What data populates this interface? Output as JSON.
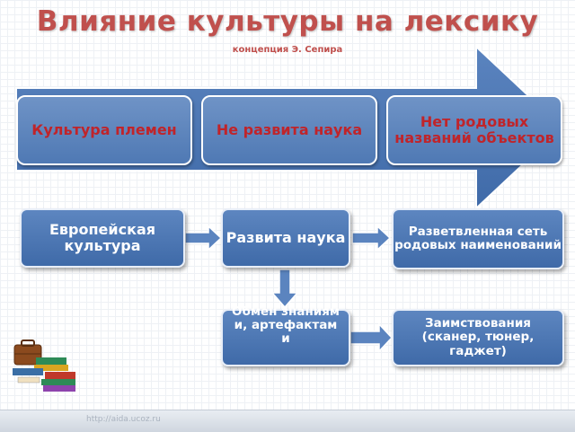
{
  "title": "Влияние культуры на лексику",
  "subtitle": "концепция Э. Сепира",
  "top_boxes": [
    {
      "label": "Культура племен"
    },
    {
      "label": "Не развита наука"
    },
    {
      "label": "Нет родовых названий объектов"
    }
  ],
  "middle_boxes": [
    {
      "label": "Европейская культура"
    },
    {
      "label": "Развита наука"
    },
    {
      "label": "Разветвленная сеть родовых наименований"
    }
  ],
  "bottom_boxes": [
    {
      "label": "Обмен знаниями, артефактами"
    },
    {
      "label": "Заимствования (сканер, тюнер, гаджет)"
    }
  ],
  "footer_url": "http://aida.ucoz.ru",
  "colors": {
    "title": "#c0504d",
    "arrow": "#4f79b4",
    "box": "#5d86c0",
    "top_text": "#c0242a"
  }
}
